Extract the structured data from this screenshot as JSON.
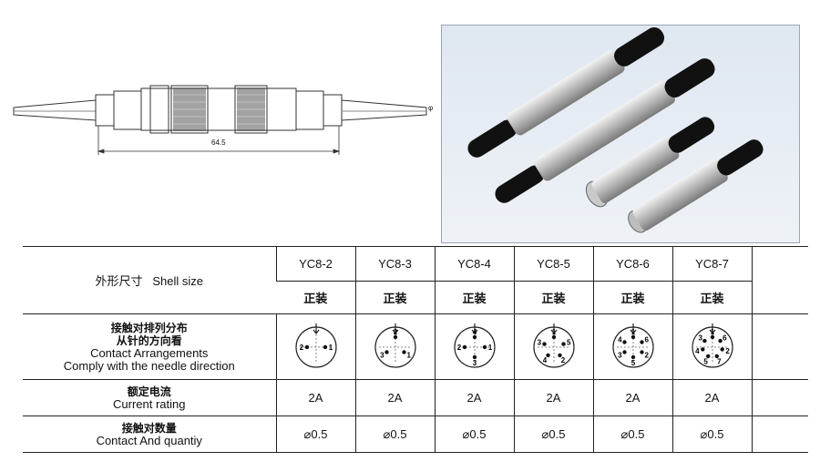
{
  "drawing": {
    "dimension": "64.5",
    "side_mark": "φ"
  },
  "table": {
    "header_zh": "外形尺寸",
    "header_en": "Shell size",
    "models": [
      "YC8-2",
      "YC8-3",
      "YC8-4",
      "YC8-5",
      "YC8-6",
      "YC8-7"
    ],
    "mount_labels": [
      "正装",
      "正装",
      "正装",
      "正装",
      "正装",
      "正装"
    ],
    "arrangement_zh_1": "接触对排列分布",
    "arrangement_zh_2": "从针的方向看",
    "arrangement_en_1": "Contact Arrangements",
    "arrangement_en_2": "Comply with the needle direction",
    "pin_layouts": [
      [
        "2",
        "1"
      ],
      [
        "2",
        "1",
        "3"
      ],
      [
        "4",
        "1",
        "3",
        "2"
      ],
      [
        "1",
        "5",
        "2",
        "4",
        "3"
      ],
      [
        "1",
        "6",
        "2",
        "5",
        "3",
        "4"
      ],
      [
        "1",
        "6",
        "2",
        "7",
        "5",
        "4",
        "3"
      ]
    ],
    "current_zh": "额定电流",
    "current_en": "Current rating",
    "current_values": [
      "2A",
      "2A",
      "2A",
      "2A",
      "2A",
      "2A"
    ],
    "quantity_zh": "接触对数量",
    "quantity_en": "Contact And quantiy",
    "quantity_values": [
      "⌀0.5",
      "⌀0.5",
      "⌀0.5",
      "⌀0.5",
      "⌀0.5",
      "⌀0.5"
    ]
  }
}
